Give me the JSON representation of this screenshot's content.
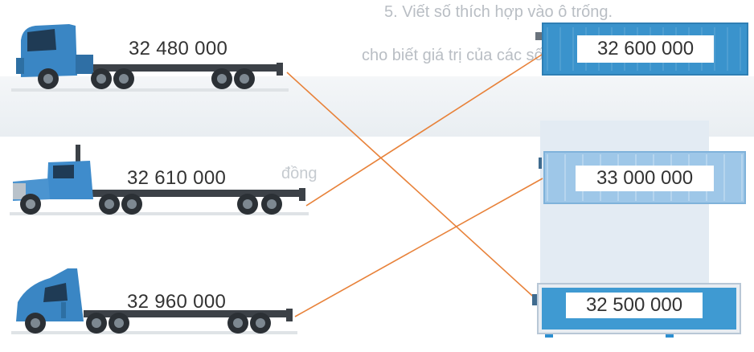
{
  "background": {
    "heading": "5. Viết số thích hợp vào ô trống.",
    "line2": "cho biết giá trị của các số trong mỗi lượng trên ... ",
    "word": "đồng"
  },
  "trucks": [
    {
      "price": "32 480 000",
      "cab_color": "#3a86c4",
      "icon": "flatbed-truck-icon"
    },
    {
      "price": "32 610 000",
      "cab_color": "#3f8ccc",
      "icon": "flatbed-truck-icon"
    },
    {
      "price": "32 960 000",
      "cab_color": "#3a86c4",
      "icon": "flatbed-truck-icon"
    }
  ],
  "containers": [
    {
      "label": "32 600 000",
      "color": "#3a93cc"
    },
    {
      "label": "33 000 000",
      "color": "#9ec7e8"
    },
    {
      "label": "32 500 000",
      "color": "#3f9ad2"
    }
  ],
  "connections": [
    {
      "truck": 0,
      "container": 2
    },
    {
      "truck": 1,
      "container": 0
    },
    {
      "truck": 2,
      "container": 1
    }
  ],
  "line_color": "#e8823a"
}
